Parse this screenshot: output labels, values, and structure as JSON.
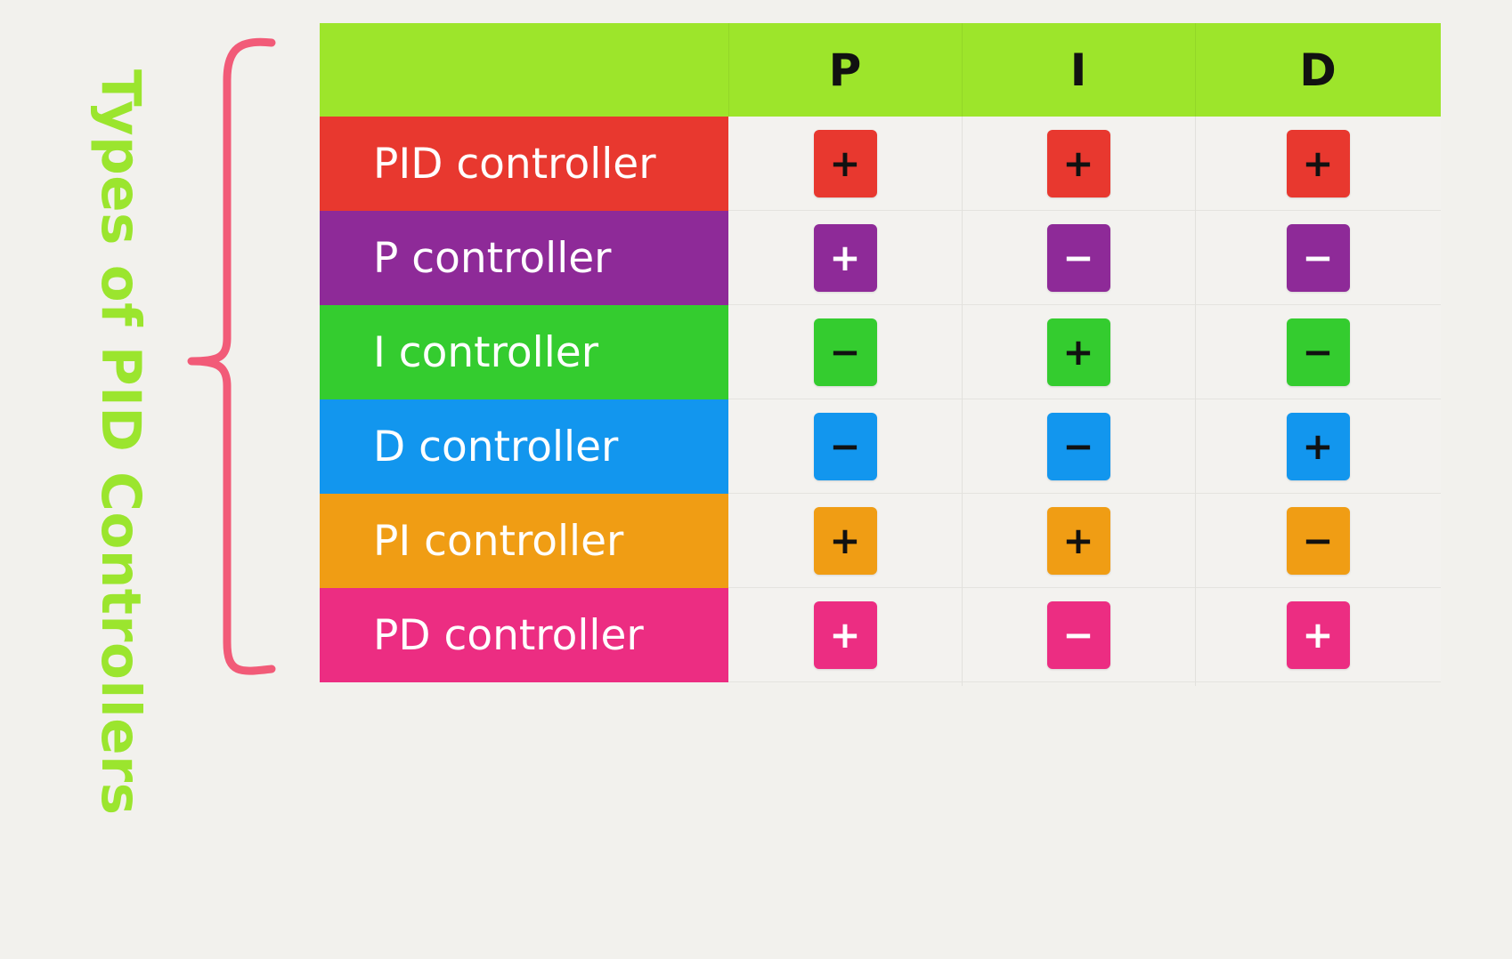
{
  "title": "Types of PID Controllers",
  "columns": [
    "P",
    "I",
    "D"
  ],
  "colors": {
    "header": "#9de52b",
    "title": "#9be52e",
    "brace": "#f25b78",
    "background": "#f2f1ed"
  },
  "rows": [
    {
      "label": "PID controller",
      "color": "#e8382f",
      "cells": [
        {
          "sign": "+",
          "text_color": "#111111"
        },
        {
          "sign": "+",
          "text_color": "#111111"
        },
        {
          "sign": "+",
          "text_color": "#111111"
        }
      ]
    },
    {
      "label": "P controller",
      "color": "#8e2a98",
      "cells": [
        {
          "sign": "+",
          "text_color": "#ffffff"
        },
        {
          "sign": "−",
          "text_color": "#ffffff"
        },
        {
          "sign": "−",
          "text_color": "#ffffff"
        }
      ]
    },
    {
      "label": "I controller",
      "color": "#34cc2f",
      "cells": [
        {
          "sign": "−",
          "text_color": "#111111"
        },
        {
          "sign": "+",
          "text_color": "#111111"
        },
        {
          "sign": "−",
          "text_color": "#111111"
        }
      ]
    },
    {
      "label": "D controller",
      "color": "#1296ee",
      "cells": [
        {
          "sign": "−",
          "text_color": "#111111"
        },
        {
          "sign": "−",
          "text_color": "#111111"
        },
        {
          "sign": "+",
          "text_color": "#111111"
        }
      ]
    },
    {
      "label": "PI controller",
      "color": "#f09d14",
      "cells": [
        {
          "sign": "+",
          "text_color": "#111111"
        },
        {
          "sign": "+",
          "text_color": "#111111"
        },
        {
          "sign": "−",
          "text_color": "#111111"
        }
      ]
    },
    {
      "label": "PD controller",
      "color": "#ec2d82",
      "cells": [
        {
          "sign": "+",
          "text_color": "#ffffff"
        },
        {
          "sign": "−",
          "text_color": "#ffffff"
        },
        {
          "sign": "+",
          "text_color": "#ffffff"
        }
      ]
    }
  ]
}
